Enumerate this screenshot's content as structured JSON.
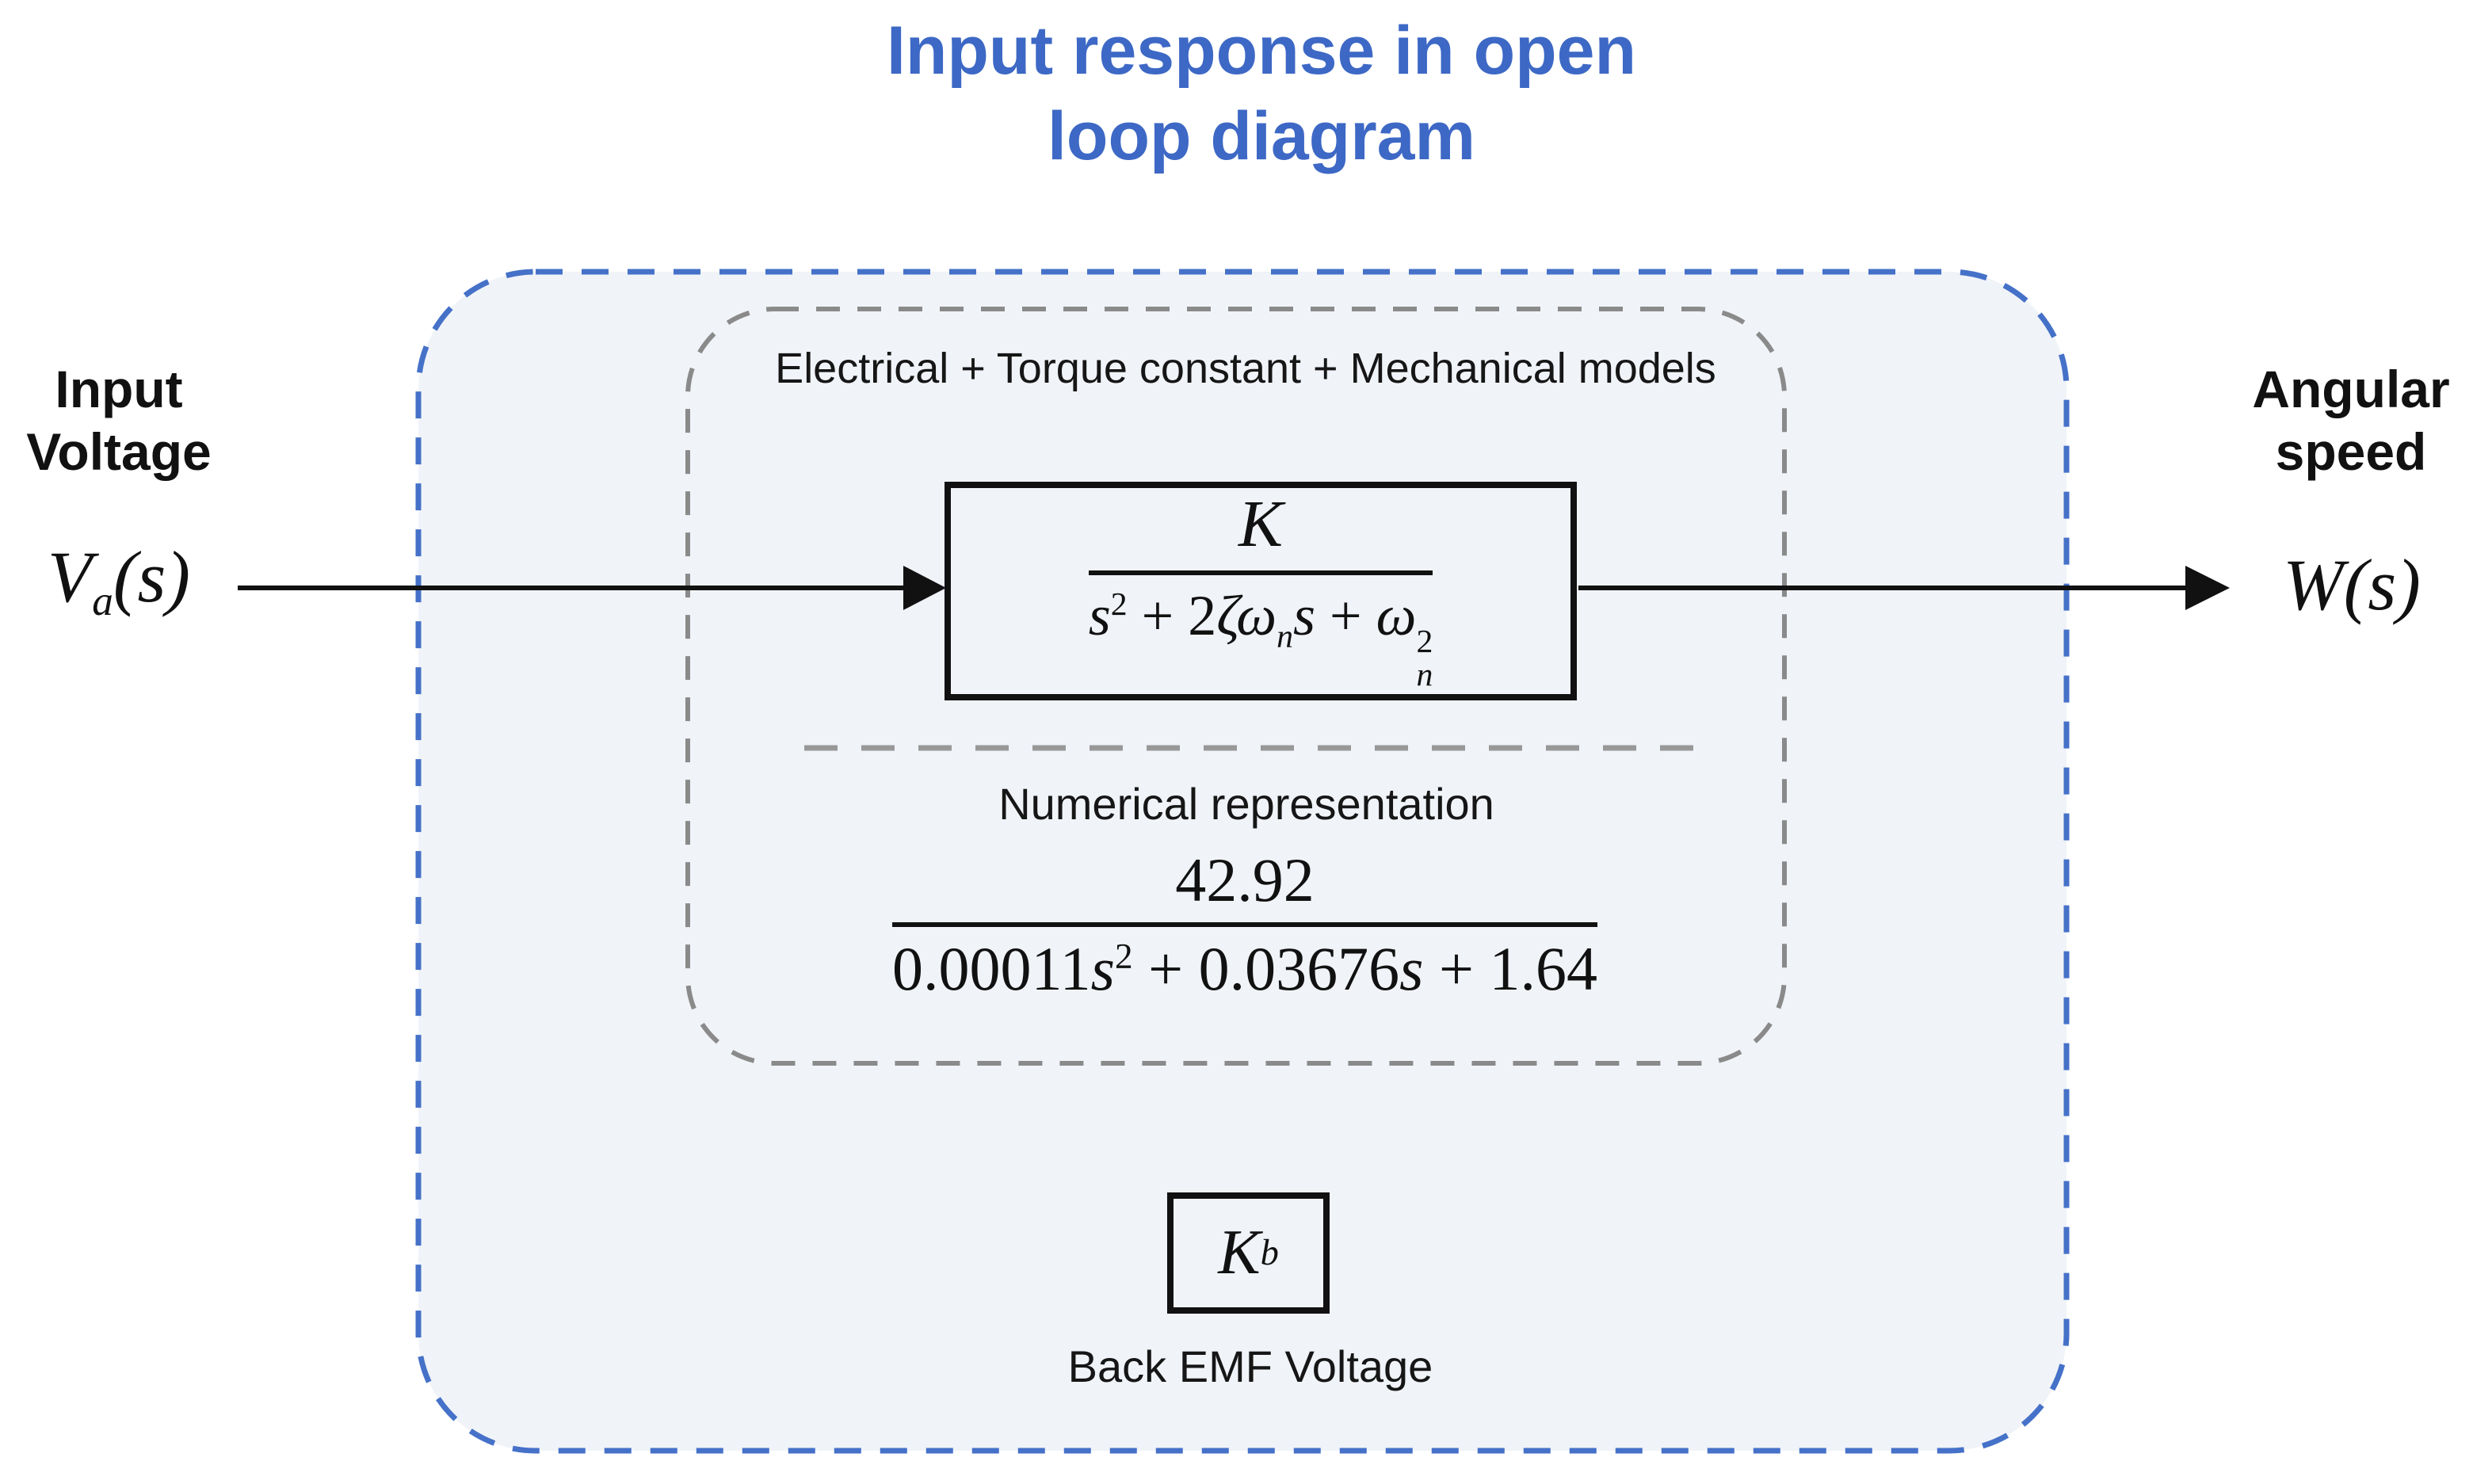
{
  "colors": {
    "title_blue": "#3d68c5",
    "boundary_blue": "#4571c8",
    "boundary_gray": "#8a8a8a",
    "separator_gray": "#989898",
    "panel_fill": "#f0f3f8",
    "ink": "#111111"
  },
  "title": {
    "line1": "Input response in open",
    "line2": "loop diagram"
  },
  "input": {
    "label": "Input Voltage",
    "signal_base": "V",
    "signal_sub": "a",
    "signal_args": "(s)"
  },
  "output": {
    "label": "Angular speed",
    "signal_base": "W",
    "signal_args": "(s)"
  },
  "models_box": {
    "label": "Electrical + Torque constant + Mechanical models"
  },
  "transfer_function": {
    "numerator": "K",
    "den": {
      "s1": "s",
      "exp1": "2",
      "t1": " + 2",
      "zeta": "ζ",
      "omega1": "ω",
      "sub1": "n",
      "s2": "s",
      "t2": " + ",
      "omega2": "ω",
      "sub2": "n",
      "exp2": "2"
    }
  },
  "numerical": {
    "label": "Numerical representation",
    "numerator": "42.92",
    "den": {
      "c1": "0.00011",
      "s1": "s",
      "exp1": "2",
      "c2": " + 0.03676",
      "s2": "s",
      "c3": " + 1.64"
    }
  },
  "back_emf": {
    "gain_base": "K",
    "gain_sub": "b",
    "label": "Back EMF Voltage"
  }
}
